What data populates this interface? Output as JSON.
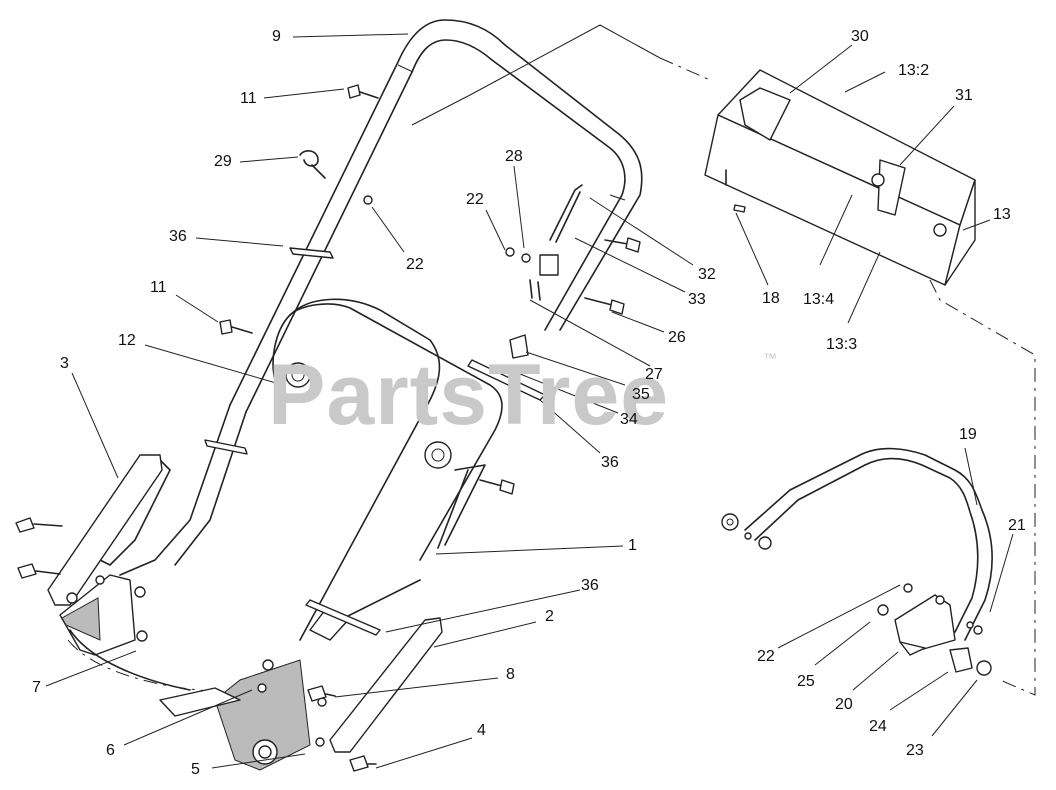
{
  "watermark": {
    "text": "PartsTree",
    "trademark": "™"
  },
  "callouts": [
    {
      "id": "c9",
      "text": "9"
    },
    {
      "id": "c11a",
      "text": "11"
    },
    {
      "id": "c29",
      "text": "29"
    },
    {
      "id": "c36a",
      "text": "36"
    },
    {
      "id": "c22a",
      "text": "22"
    },
    {
      "id": "c11b",
      "text": "11"
    },
    {
      "id": "c12",
      "text": "12"
    },
    {
      "id": "c3",
      "text": "3"
    },
    {
      "id": "c28",
      "text": "28"
    },
    {
      "id": "c22b",
      "text": "22"
    },
    {
      "id": "c32",
      "text": "32"
    },
    {
      "id": "c33",
      "text": "33"
    },
    {
      "id": "c26",
      "text": "26"
    },
    {
      "id": "c27",
      "text": "27"
    },
    {
      "id": "c35",
      "text": "35"
    },
    {
      "id": "c34",
      "text": "34"
    },
    {
      "id": "c36b",
      "text": "36"
    },
    {
      "id": "c30",
      "text": "30"
    },
    {
      "id": "c13_2",
      "text": "13:2"
    },
    {
      "id": "c31",
      "text": "31"
    },
    {
      "id": "c13",
      "text": "13"
    },
    {
      "id": "c18",
      "text": "18"
    },
    {
      "id": "c13_4",
      "text": "13:4"
    },
    {
      "id": "c13_3",
      "text": "13:3"
    },
    {
      "id": "c19",
      "text": "19"
    },
    {
      "id": "c21",
      "text": "21"
    },
    {
      "id": "c1",
      "text": "1"
    },
    {
      "id": "c36c",
      "text": "36"
    },
    {
      "id": "c2",
      "text": "2"
    },
    {
      "id": "c8",
      "text": "8"
    },
    {
      "id": "c7",
      "text": "7"
    },
    {
      "id": "c6",
      "text": "6"
    },
    {
      "id": "c5",
      "text": "5"
    },
    {
      "id": "c4",
      "text": "4"
    },
    {
      "id": "c22c",
      "text": "22"
    },
    {
      "id": "c25",
      "text": "25"
    },
    {
      "id": "c20",
      "text": "20"
    },
    {
      "id": "c24",
      "text": "24"
    },
    {
      "id": "c23",
      "text": "23"
    }
  ]
}
